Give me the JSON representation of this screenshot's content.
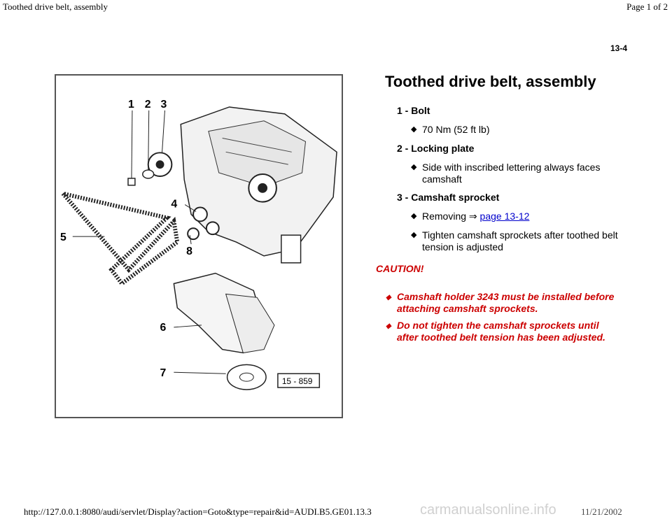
{
  "header": {
    "title": "Toothed drive belt, assembly",
    "page": "Page 1 of 2"
  },
  "page_number": "13-4",
  "figure": {
    "labels": [
      "1",
      "2",
      "3",
      "4",
      "5",
      "6",
      "7",
      "8"
    ],
    "ref": "15 - 859"
  },
  "heading": "Toothed drive belt, assembly",
  "items": [
    {
      "label": "1 - Bolt",
      "bullets": [
        "70 Nm (52 ft lb)"
      ]
    },
    {
      "label": "2 - Locking plate",
      "bullets": [
        "Side with inscribed lettering always faces camshaft"
      ]
    },
    {
      "label": "3 - Camshaft sprocket",
      "bullets": [
        "Removing",
        "Tighten camshaft sprockets after toothed belt tension is adjusted"
      ],
      "link": "page 13-12",
      "arrow": "⇒"
    }
  ],
  "caution": {
    "label": "CAUTION!",
    "items": [
      "Camshaft holder 3243 must be installed before attaching camshaft sprockets.",
      "Do not tighten the camshaft sprockets until after toothed belt tension has been adjusted."
    ]
  },
  "footer": {
    "url": "http://127.0.0.1:8080/audi/servlet/Display?action=Goto&type=repair&id=AUDI.B5.GE01.13.3",
    "date": "11/21/2002",
    "watermark": "carmanualsonline.info"
  },
  "icons": {
    "bullet": "diamond-icon"
  }
}
